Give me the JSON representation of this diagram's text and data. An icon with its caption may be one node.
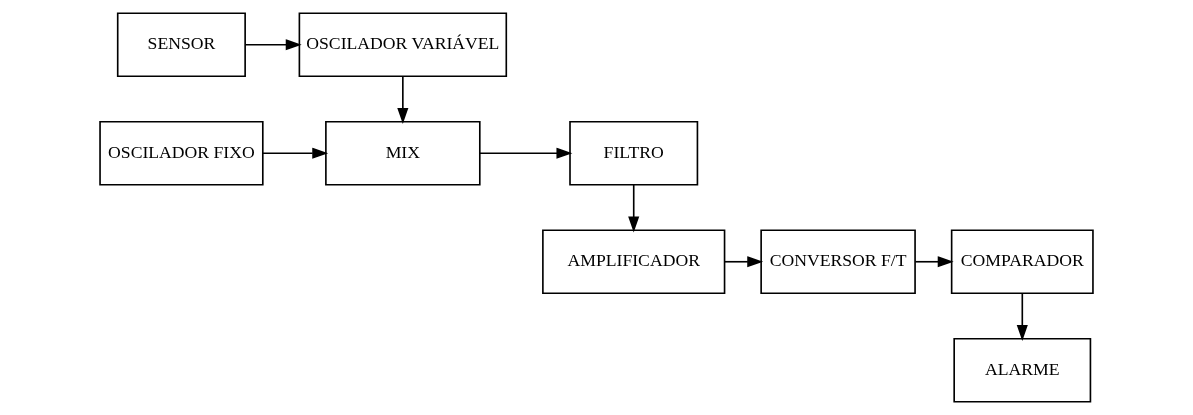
{
  "diagram": {
    "nodes": [
      {
        "text": [
          "SENSOR"
        ]
      },
      {
        "text": [
          "OSCILADOR VARIÁVEL"
        ]
      },
      {
        "text": [
          "OSCILADOR FIXO"
        ]
      },
      {
        "text": [
          "MIX"
        ]
      },
      {
        "text": [
          "FILTRO"
        ]
      },
      {
        "text": [
          "ALARME"
        ]
      },
      {
        "text": [
          "AMPLIFICADOR"
        ]
      },
      {
        "text": [
          "CONVERSOR F/T"
        ]
      },
      {
        "text": [
          "COMPARADOR"
        ]
      }
    ],
    "edges": [
      {
        "from": 0,
        "to": 1,
        "arrow": "to"
      },
      {
        "from": 1,
        "to": 3,
        "arrow": "to"
      },
      {
        "from": 2,
        "to": 3,
        "arrow": "to"
      },
      {
        "from": 3,
        "to": 4,
        "arrow": "to"
      },
      {
        "from": 4,
        "to": 6,
        "arrow": "to"
      },
      {
        "from": 6,
        "to": 7,
        "arrow": "to"
      },
      {
        "from": 7,
        "to": 8,
        "arrow": "to"
      },
      {
        "from": 8,
        "to": 5,
        "arrow": "to"
      }
    ]
  }
}
